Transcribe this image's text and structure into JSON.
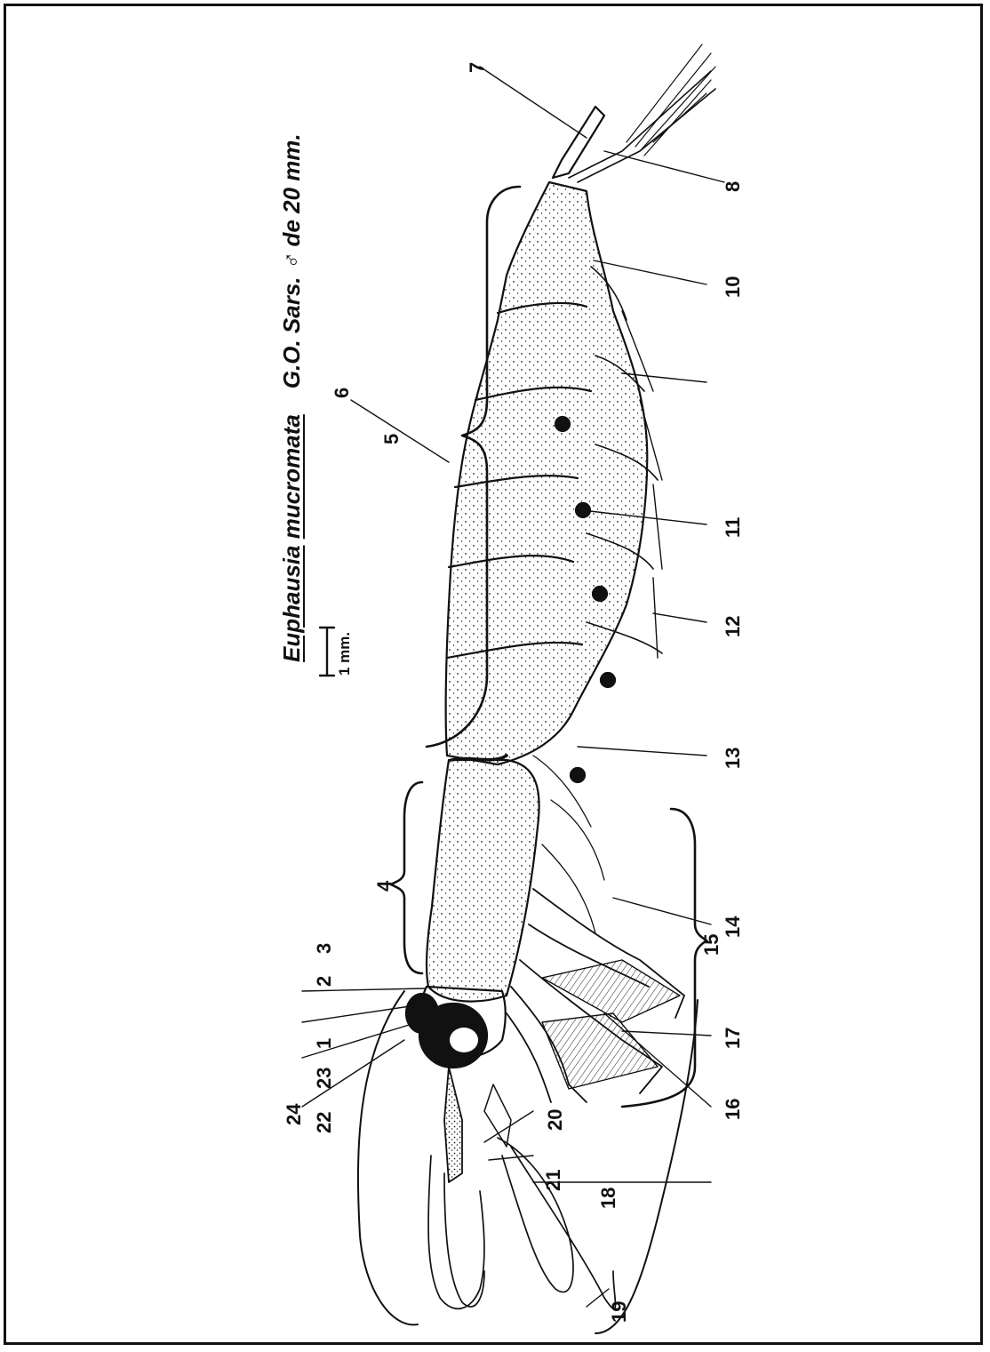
{
  "figure": {
    "title_genus": "Euphausia",
    "title_species": "mucromata",
    "title_authority": "G.O. Sars.",
    "title_sex_symbol": "♂",
    "title_size": "de 20 mm.",
    "scale_bar_label": "1 mm."
  },
  "labels": [
    "1",
    "2",
    "3",
    "4",
    "5",
    "6",
    "7",
    "8",
    "10",
    "11",
    "12",
    "13",
    "14",
    "15",
    "16",
    "17",
    "18",
    "19",
    "20",
    "21",
    "22",
    "23",
    "24"
  ],
  "colors": {
    "ink": "#111111",
    "paper": "#ffffff"
  }
}
